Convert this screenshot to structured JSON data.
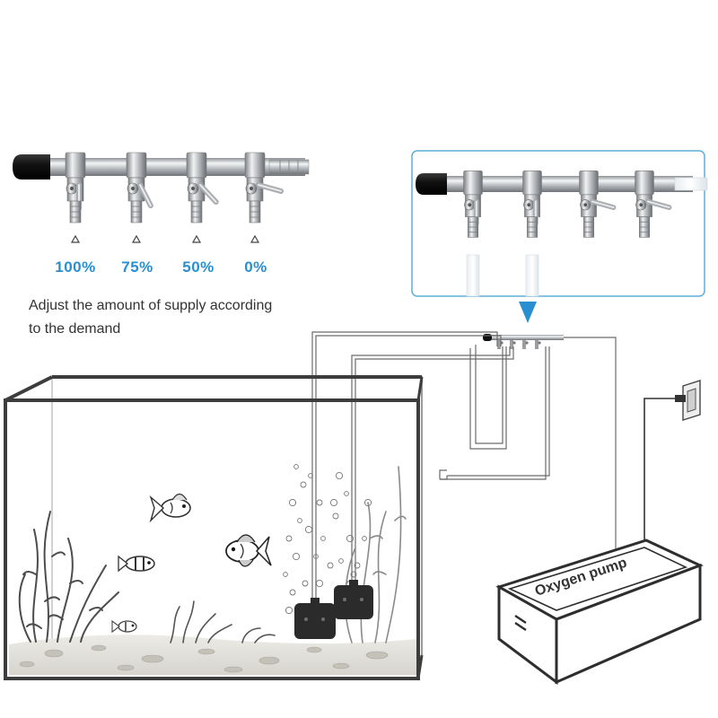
{
  "manifold_settings": [
    {
      "label": "100%",
      "flow_fraction": 1.0
    },
    {
      "label": "75%",
      "flow_fraction": 0.75
    },
    {
      "label": "50%",
      "flow_fraction": 0.5
    },
    {
      "label": "0%",
      "flow_fraction": 0.0
    }
  ],
  "caption_line1": "Adjust the amount of supply according",
  "caption_line2": "to the demand",
  "pump_label": "Oxygen pump",
  "colors": {
    "percent_text": "#2a8fd1",
    "callout_border": "#5bb0d8",
    "callout_arrow": "#2a8fd1",
    "tank_frame": "#444444",
    "sand": "#e4e2dc",
    "airstone": "#2b2b2b",
    "metal": "#b9bcc0"
  },
  "icons": {
    "valve_indicator": "triangle-up-icon",
    "wall_outlet": "power-outlet-icon",
    "airstone": "air-stone-icon",
    "fish": "fish-icon",
    "plant": "seaweed-icon"
  }
}
